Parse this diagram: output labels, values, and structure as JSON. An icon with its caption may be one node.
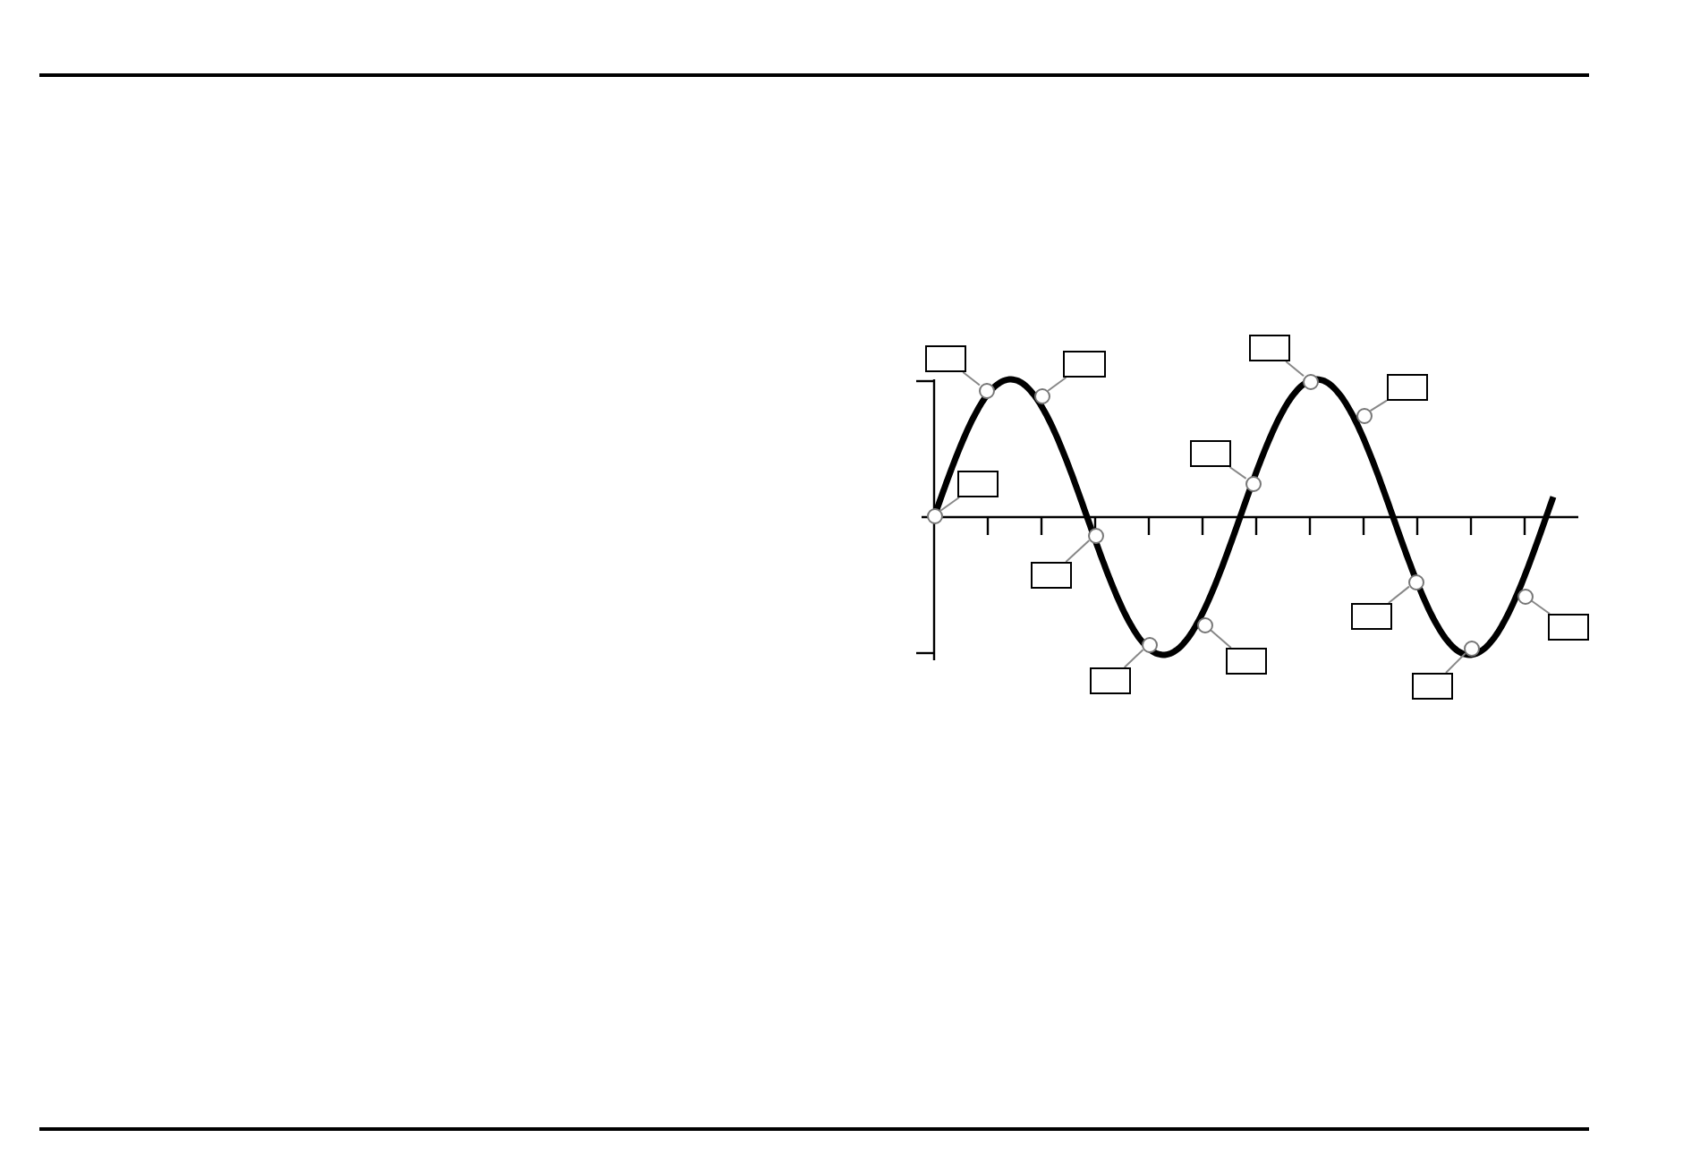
{
  "diagram": {
    "nodes": [
      {
        "text": [],
        "shape": "box"
      },
      {
        "text": [],
        "shape": "box"
      },
      {
        "text": [],
        "shape": "box"
      },
      {
        "text": [],
        "shape": "box"
      },
      {
        "text": [],
        "shape": "box"
      },
      {
        "text": [],
        "shape": "box"
      },
      {
        "text": [],
        "shape": "box"
      },
      {
        "text": [],
        "shape": "box"
      },
      {
        "text": [],
        "shape": "box"
      },
      {
        "text": [],
        "shape": "box"
      },
      {
        "text": [],
        "shape": "box"
      },
      {
        "text": [],
        "shape": "box"
      },
      {
        "text": [],
        "shape": "circle"
      },
      {
        "text": [],
        "shape": "circle"
      },
      {
        "text": [],
        "shape": "circle"
      },
      {
        "text": [],
        "shape": "circle"
      },
      {
        "text": [],
        "shape": "circle"
      },
      {
        "text": [],
        "shape": "circle"
      },
      {
        "text": [],
        "shape": "circle"
      },
      {
        "text": [],
        "shape": "circle"
      },
      {
        "text": [],
        "shape": "circle"
      },
      {
        "text": [],
        "shape": "circle"
      },
      {
        "text": [],
        "shape": "circle"
      },
      {
        "text": [],
        "shape": "circle"
      }
    ],
    "edges": [
      {
        "from": 0,
        "to": 13,
        "arrow": "none"
      },
      {
        "from": 1,
        "to": 12,
        "arrow": "none"
      },
      {
        "from": 2,
        "to": 15,
        "arrow": "none"
      },
      {
        "from": 3,
        "to": 14,
        "arrow": "none"
      },
      {
        "from": 4,
        "to": 16,
        "arrow": "none"
      },
      {
        "from": 5,
        "to": 18,
        "arrow": "none"
      },
      {
        "from": 6,
        "to": 17,
        "arrow": "none"
      },
      {
        "from": 7,
        "to": 19,
        "arrow": "none"
      },
      {
        "from": 8,
        "to": 21,
        "arrow": "none"
      },
      {
        "from": 9,
        "to": 20,
        "arrow": "none"
      },
      {
        "from": 10,
        "to": 22,
        "arrow": "none"
      },
      {
        "from": 11,
        "to": 23,
        "arrow": "none"
      }
    ]
  }
}
